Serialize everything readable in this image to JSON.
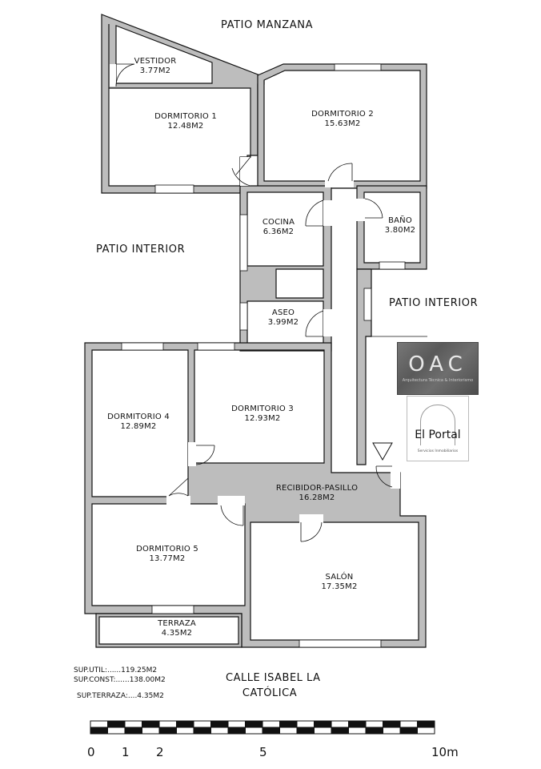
{
  "titles": {
    "patio_manzana": "PATIO MANZANA",
    "patio_interior_left": "PATIO INTERIOR",
    "patio_interior_right": "PATIO INTERIOR",
    "street_line1": "CALLE ISABEL LA",
    "street_line2": "CATÓLICA"
  },
  "rooms": [
    {
      "id": "vestidor",
      "name": "VESTIDOR",
      "area": "3.77M2"
    },
    {
      "id": "dormitorio1",
      "name": "DORMITORIO 1",
      "area": "12.48M2"
    },
    {
      "id": "dormitorio2",
      "name": "DORMITORIO 2",
      "area": "15.63M2"
    },
    {
      "id": "cocina",
      "name": "COCINA",
      "area": "6.36M2"
    },
    {
      "id": "bano",
      "name": "BAÑO",
      "area": "3.80M2"
    },
    {
      "id": "aseo",
      "name": "ASEO",
      "area": "3.99M2"
    },
    {
      "id": "dormitorio4",
      "name": "DORMITORIO 4",
      "area": "12.89M2"
    },
    {
      "id": "dormitorio3",
      "name": "DORMITORIO 3",
      "area": "12.93M2"
    },
    {
      "id": "recibidor",
      "name": "RECIBIDOR-PASILLO",
      "area": "16.28M2"
    },
    {
      "id": "dormitorio5",
      "name": "DORMITORIO 5",
      "area": "13.77M2"
    },
    {
      "id": "salon",
      "name": "SALÓN",
      "area": "17.35M2"
    },
    {
      "id": "terraza",
      "name": "TERRAZA",
      "area": "4.35M2"
    }
  ],
  "summary": {
    "util": "SUP.UTIL:......119.25M2",
    "const": "SUP.CONST:......138.00M2",
    "terraza": "SUP.TERRAZA:....4.35M2"
  },
  "scale": {
    "segments": 10,
    "tick_labels": [
      "0",
      "1",
      "2",
      "5",
      "10m"
    ],
    "tick_values": [
      0,
      1,
      2,
      5,
      10
    ]
  },
  "logos": {
    "oac_letters": "OAC",
    "oac_sub": "Arquitectura Técnica & Interiorismo",
    "portal_name": "El Portal",
    "portal_sub": "Servicios Inmobiliarios"
  },
  "colors": {
    "wall_fill": "#bdbdbd",
    "wall_stroke": "#111111"
  }
}
